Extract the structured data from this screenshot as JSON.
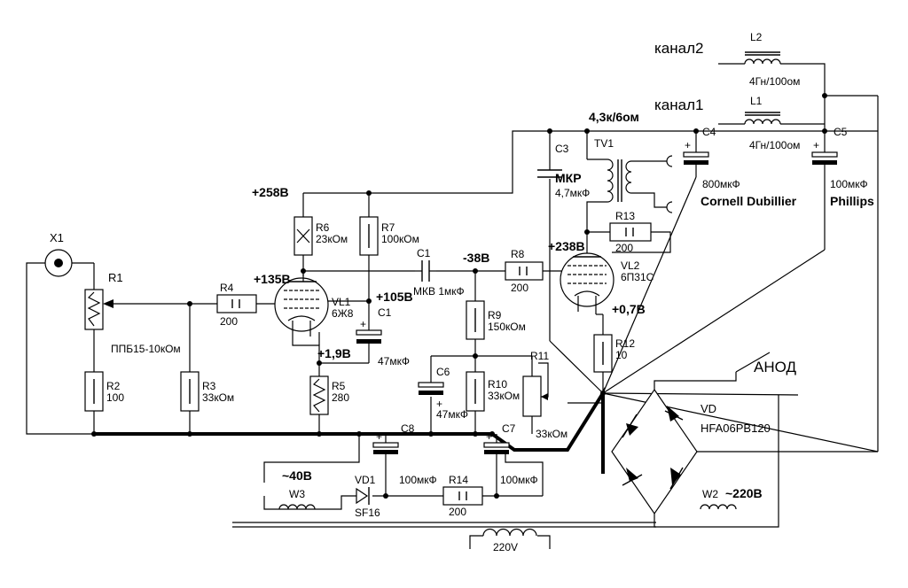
{
  "labels": {
    "x1": "X1",
    "r1": "R1",
    "r1_type": "ППБ15-10кОм",
    "r2": "R2",
    "r2_val": "100",
    "r3": "R3",
    "r3_val": "33кОм",
    "r4": "R4",
    "r4_val": "200",
    "r5": "R5",
    "r5_val": "280",
    "r6": "R6",
    "r6_val": "23кОм",
    "r7": "R7",
    "r7_val": "100кОм",
    "r8": "R8",
    "r8_val": "200",
    "r9": "R9",
    "r9_val": "150кОм",
    "r10": "R10",
    "r10_val": "33кОм",
    "r11": "R11",
    "r11_val": "33кОм",
    "r12": "R12",
    "r12_val": "10",
    "r13": "R13",
    "r13_val": "200",
    "r14": "R14",
    "r14_val": "200",
    "c1": "C1",
    "c1_type": "МКВ 1мкФ",
    "c1b": "C1",
    "c1b_val": "47мкФ",
    "c3": "C3",
    "c3_type": "МКР",
    "c3_val": "4,7мкФ",
    "c4": "C4",
    "c4_val": "800мкФ",
    "c4_brand": "Cornell Dubillier",
    "c5": "C5",
    "c5_val": "100мкФ",
    "c5_brand": "Phillips",
    "c6": "C6",
    "c6_val": "47мкФ",
    "c7": "C7",
    "c7_val": "100мкФ",
    "c8": "C8",
    "c8_val": "100мкФ",
    "vl1": "VL1",
    "vl1_type": "6Ж8",
    "vl2": "VL2",
    "vl2_type": "6П31С",
    "tv1": "TV1",
    "tv1_spec": "4,3к/6ом",
    "l1": "L1",
    "l1_val": "4Гн/100ом",
    "l2": "L2",
    "l2_val": "4Гн/100ом",
    "ch1": "канал1",
    "ch2": "канал2",
    "anod": "АНОД",
    "vd": "VD",
    "vd_type": "HFA06PB120",
    "vd1": "VD1",
    "vd1_type": "SF16",
    "w2": "W2",
    "w2_v": "~220В",
    "w3": "W3",
    "w3_v": "~40В",
    "mains": "220V",
    "v258": "+258В",
    "v135": "+135В",
    "v105": "+105В",
    "v19": "+1,9В",
    "vm38": "-38В",
    "v238": "+238В",
    "v07": "+0,7В"
  }
}
